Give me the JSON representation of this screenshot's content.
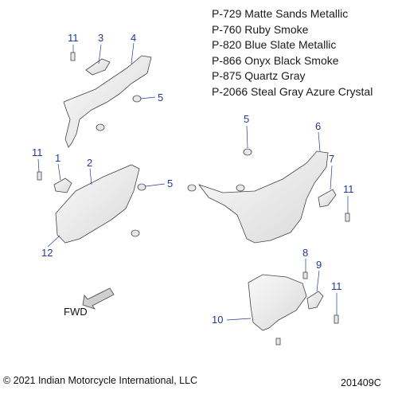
{
  "legend": [
    "P-729 Matte Sands Metallic",
    "P-760 Ruby Smoke",
    "P-820 Blue Slate Metallic",
    "P-866 Onyx Black Smoke",
    "P-875 Quartz Gray",
    "P-2066 Steal Gray Azure Crystal"
  ],
  "callouts": {
    "c1": "1",
    "c2": "2",
    "c3": "3",
    "c4": "4",
    "c5a": "5",
    "c5b": "5",
    "c5c": "5",
    "c6": "6",
    "c7": "7",
    "c8": "8",
    "c9": "9",
    "c10": "10",
    "c11a": "11",
    "c11b": "11",
    "c11c": "11",
    "c11d": "11",
    "c12": "12"
  },
  "direction_label": "FWD",
  "footer": {
    "copyright": "© 2021 Indian Motorcycle International, LLC",
    "figure_id": "201409C"
  },
  "colors": {
    "callout": "#1f3a93",
    "part_fill": "#f2f2f2",
    "part_stroke": "#444444"
  }
}
